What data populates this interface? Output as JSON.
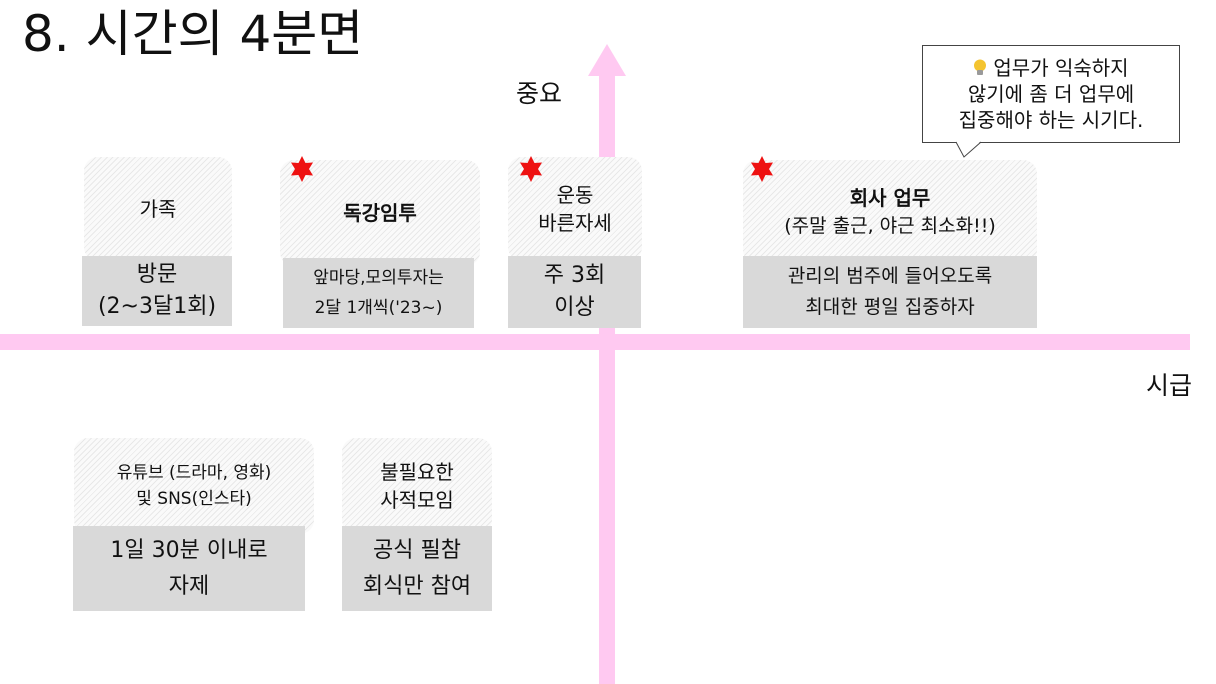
{
  "title": "8. 시간의 4분면",
  "axes": {
    "vertical_label": "중요",
    "horizontal_label": "시급",
    "color": "#ffc9f1"
  },
  "accent_color": "#ee1111",
  "callout": {
    "icon": "lightbulb-icon",
    "lines": [
      "업무가 익숙하지",
      "않기에 좀 더 업무에",
      "집중해야 하는 시기다."
    ]
  },
  "items": {
    "family": {
      "top": [
        "가족"
      ],
      "bottom": [
        "방문",
        "(2~3달1회)"
      ]
    },
    "reading": {
      "top": [
        "독강임투"
      ],
      "bottom": [
        "앞마당,모의투자는",
        "2달 1개씩('23~)"
      ]
    },
    "exercise": {
      "top": [
        "운동",
        "바른자세"
      ],
      "bottom": [
        "주 3회",
        "이상"
      ]
    },
    "work": {
      "top": [
        "회사 업무",
        "(주말 출근, 야근 최소화!!)"
      ],
      "bottom": [
        "관리의 범주에 들어오도록",
        "최대한 평일 집중하자"
      ]
    },
    "youtube": {
      "top": [
        "유튜브 (드라마, 영화)",
        "및 SNS(인스타)"
      ],
      "bottom": [
        "1일 30분 이내로",
        "자제"
      ]
    },
    "meeting": {
      "top": [
        "불필요한",
        "사적모임"
      ],
      "bottom": [
        "공식 필참",
        "회식만 참여"
      ]
    }
  }
}
